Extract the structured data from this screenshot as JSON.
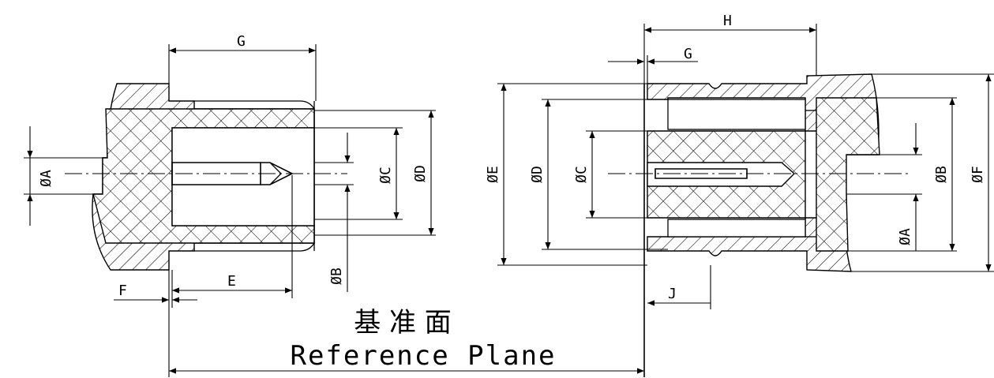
{
  "left_view": {
    "dims": {
      "G": "G",
      "A": "ØA",
      "B": "ØB",
      "C": "ØC",
      "D": "ØD",
      "E": "E",
      "F": "F"
    }
  },
  "right_view": {
    "dims": {
      "H": "H",
      "G": "G",
      "E": "ØE",
      "D": "ØD",
      "C": "ØC",
      "A": "ØA",
      "B": "ØB",
      "F": "ØF",
      "J": "J"
    }
  },
  "reference": {
    "chinese": "基 准 面",
    "english": "Reference Plane"
  }
}
